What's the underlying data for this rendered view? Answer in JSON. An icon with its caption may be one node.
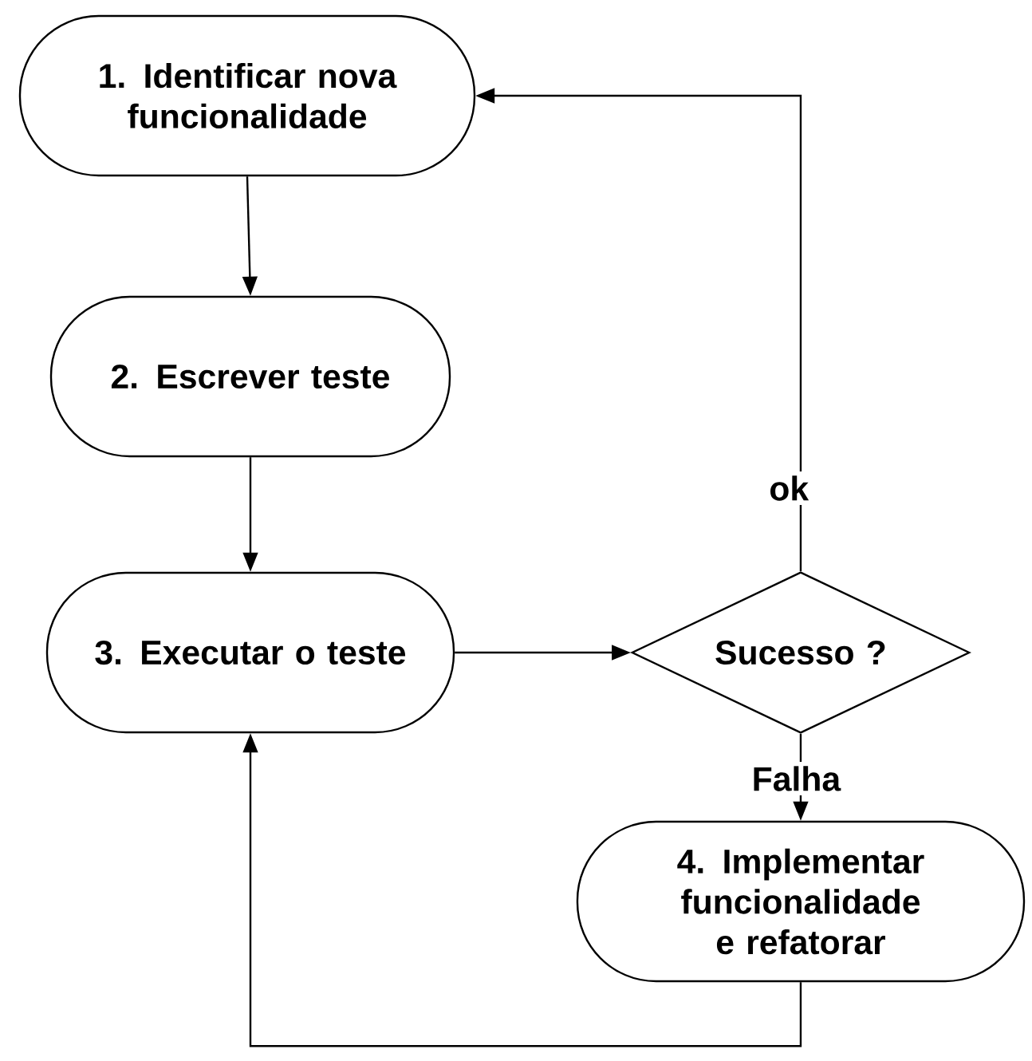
{
  "diagram": {
    "nodes": [
      {
        "text": [
          "1. Identificar nova funcionalidade"
        ]
      },
      {
        "text": [
          "2. Escrever teste"
        ]
      },
      {
        "text": [
          "3. Executar o teste"
        ]
      },
      {
        "text": [
          "Sucesso ?"
        ]
      },
      {
        "text": [
          "4. Implementar funcionalidade e refatorar"
        ]
      }
    ],
    "edges": [
      {
        "from": 0,
        "to": 1,
        "arrow": "to"
      },
      {
        "from": 1,
        "to": 2,
        "arrow": "to"
      },
      {
        "from": 2,
        "to": 3,
        "arrow": "to"
      },
      {
        "from": 3,
        "to": 4,
        "arrow": "to",
        "label": "Falha"
      },
      {
        "from": 3,
        "to": 0,
        "arrow": "to",
        "label": "ok"
      },
      {
        "from": 4,
        "to": 2,
        "arrow": "to"
      }
    ]
  }
}
